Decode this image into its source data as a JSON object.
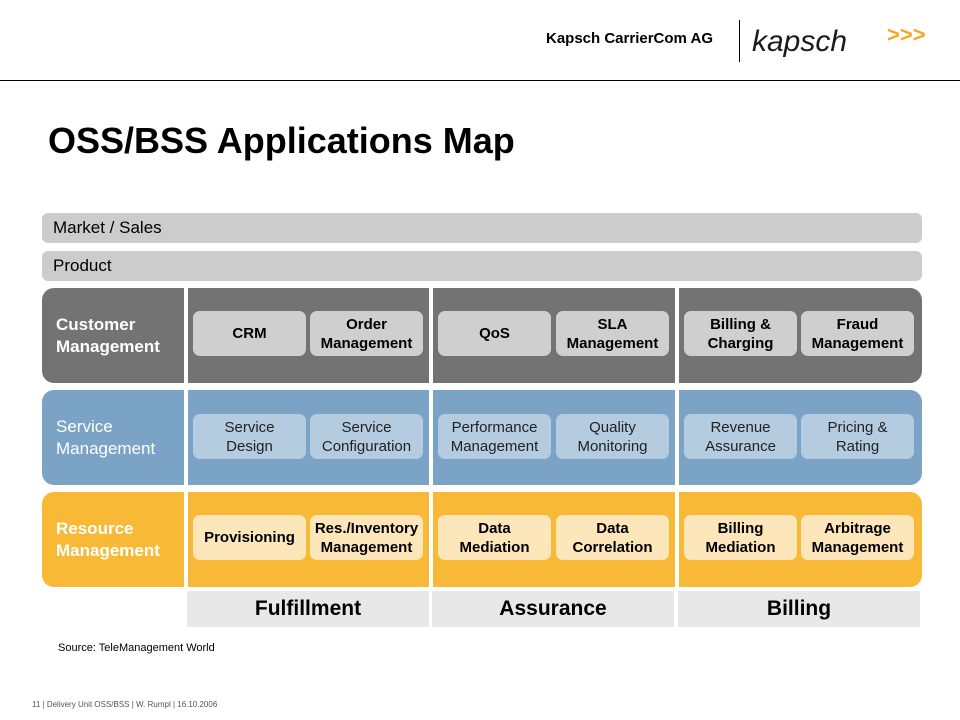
{
  "header": {
    "company": "Kapsch CarrierCom AG",
    "logo_text": "kapsch",
    "logo_mark": ">>>"
  },
  "title": "OSS/BSS Applications Map",
  "bars": {
    "market": "Market / Sales",
    "product": "Product"
  },
  "layers": [
    {
      "label": "Customer\nManagement",
      "boxes": [
        "CRM",
        "Order\nManagement",
        "QoS",
        "SLA\nManagement",
        "Billing &\nCharging",
        "Fraud\nManagement"
      ]
    },
    {
      "label": "Service\nManagement",
      "boxes": [
        "Service\nDesign",
        "Service\nConfiguration",
        "Performance\nManagement",
        "Quality\nMonitoring",
        "Revenue\nAssurance",
        "Pricing &\nRating"
      ]
    },
    {
      "label": "Resource\nManagement",
      "boxes": [
        "Provisioning",
        "Res./Inventory\nManagement",
        "Data\nMediation",
        "Data\nCorrelation",
        "Billing\nMediation",
        "Arbitrage\nManagement"
      ]
    }
  ],
  "columns": [
    "Fulfillment",
    "Assurance",
    "Billing"
  ],
  "source": "Source: TeleManagement World",
  "footer": "11  |    Delivery Unit OSS/BSS  |  W. Rumpl  |  16.10.2006",
  "colors": {
    "customer": "#737373",
    "service": "#7aa3c6",
    "resource": "#f8b937",
    "logo_accent": "#f5a623"
  }
}
